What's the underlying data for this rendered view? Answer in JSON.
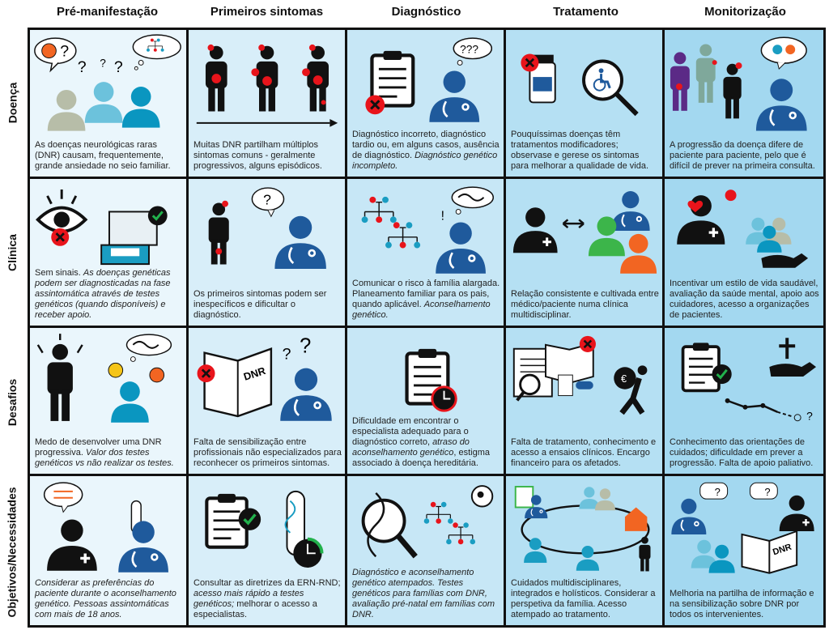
{
  "columns": [
    "Pré-manifestação",
    "Primeiros sintomas",
    "Diagnóstico",
    "Tratamento",
    "Monitorização"
  ],
  "rows": [
    {
      "label": "Doença",
      "cells": [
        {
          "text": [
            "As doenças neurológicas raras (DNR) causam, frequentemente, grande ansiedade no seio familiar."
          ]
        },
        {
          "text": [
            "Muitas DNR partilham múltiplos sintomas comuns - geralmente progressivos, alguns episódicos."
          ]
        },
        {
          "text": [
            "Diagnóstico incorreto, diagnóstico tardio ou, em alguns casos, ausência de diagnóstico. ",
            "Diagnóstico genético incompleto."
          ]
        },
        {
          "text": [
            "Pouquíssimas doenças têm tratamentos modificadores; observase e gerese os sintomas para melhorar a qualidade de vida."
          ]
        },
        {
          "text": [
            "A progressão da doença difere de paciente para paciente, pelo que é difícil de prever na primeira consulta."
          ]
        }
      ]
    },
    {
      "label": "Clínica",
      "cells": [
        {
          "text": [
            "Sem sinais. ",
            "As doenças genéticas podem ser diagnosticadas na fase assintomática através de testes genéticos (quando disponíveis) e receber apoio."
          ]
        },
        {
          "text": [
            "Os primeiros sintomas podem ser inespecíficos e dificultar o diagnóstico."
          ]
        },
        {
          "text": [
            "Comunicar o risco à família alargada. Planeamento familiar para os pais, quando aplicável. ",
            "Aconselhamento genético."
          ]
        },
        {
          "text": [
            "Relação consistente e cultivada entre médico/paciente numa clínica multidisciplinar."
          ]
        },
        {
          "text": [
            "Incentivar um estilo de vida saudável, avaliação da saúde mental, apoio aos cuidadores, acesso a organizações de pacientes."
          ]
        }
      ]
    },
    {
      "label": "Desafios",
      "cells": [
        {
          "text": [
            "Medo de desenvolver uma DNR progressiva. ",
            "Valor dos testes genéticos vs não realizar os testes."
          ]
        },
        {
          "text": [
            "Falta de sensibilização entre profissionais não especializados para reconhecer os primeiros sintomas."
          ]
        },
        {
          "text": [
            "Dificuldade em encontrar o especialista adequado para o diagnóstico correto, ",
            "atraso do aconselhamento genético",
            ", estigma associado à doença hereditária."
          ]
        },
        {
          "text": [
            "Falta de tratamento, conhecimento e acesso a ensaios clínicos. Encargo financeiro para os afetados."
          ]
        },
        {
          "text": [
            "Conhecimento das orientações  de cuidados; dificuldade em prever a progressão. Falta de apoio paliativo."
          ]
        }
      ]
    },
    {
      "label": "Objetivos/Necessidades",
      "cells": [
        {
          "text": [
            "Considerar as preferências do paciente durante o aconselhamento genético. Pessoas assintomáticas com mais de 18 anos."
          ]
        },
        {
          "text": [
            "Consultar as diretrizes da ERN-RND; ",
            "acesso mais rápido a testes genéticos;",
            " melhorar o acesso a especialistas."
          ]
        },
        {
          "text": [
            "Diagnóstico e aconselhamento genético atempados. Testes genéticos para famílias com DNR, avaliação pré-natal em famílias com DNR."
          ]
        },
        {
          "text": [
            "Cuidados multidisciplinares, integrados e holísticos. Considerar a perspetiva da família. Acesso atempado ao tratamento."
          ]
        },
        {
          "text": [
            "Melhoria na partilha de informação e na sensibilização sobre DNR por todos os intervenientes."
          ]
        }
      ]
    }
  ],
  "icon_labels": {
    "question": "?",
    "triple_question": "???",
    "exclamation": "!",
    "book": "DNR",
    "euro": "€"
  },
  "colors": {
    "doctor": "#1f5a9c",
    "symptom": "#e8141b",
    "check": "#22b14c",
    "orange": "#f26522",
    "teal": "#1a9dc2"
  }
}
